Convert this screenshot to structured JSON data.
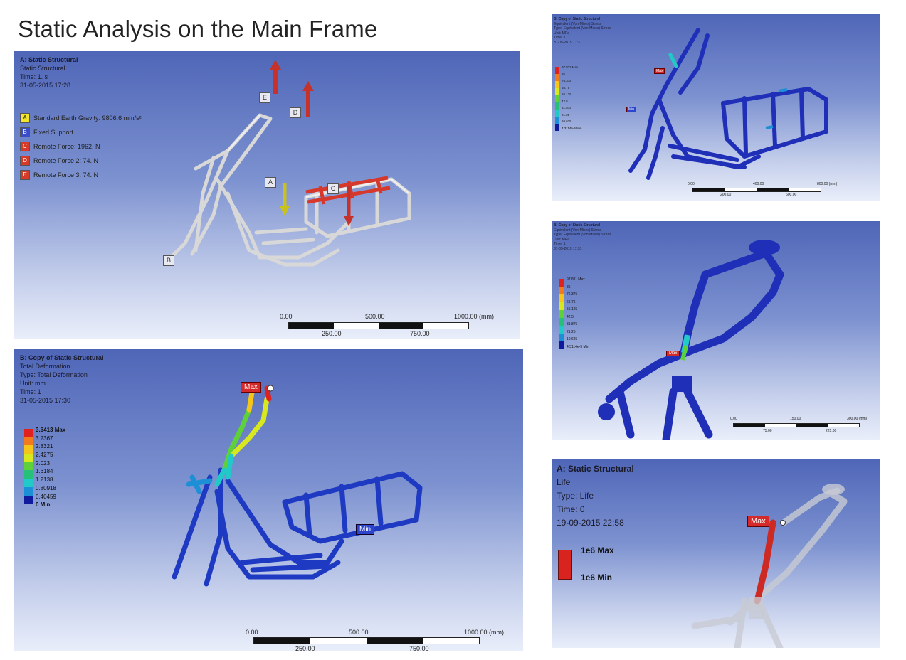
{
  "slide": {
    "title": "Static Analysis on the Main Frame"
  },
  "panelA": {
    "header": [
      "A: Static Structural",
      "Static Structural",
      "Time: 1. s",
      "31-05-2015 17:28"
    ],
    "legend": [
      {
        "key": "A",
        "label": "Standard Earth Gravity: 9806.6 mm/s²",
        "color": "#f2e62a"
      },
      {
        "key": "B",
        "label": "Fixed Support",
        "color": "#3a4dc8"
      },
      {
        "key": "C",
        "label": "Remote Force: 1962. N",
        "color": "#d63b2a"
      },
      {
        "key": "D",
        "label": "Remote Force 2: 74. N",
        "color": "#d63b2a"
      },
      {
        "key": "E",
        "label": "Remote Force 3: 74. N",
        "color": "#d63b2a"
      }
    ],
    "callouts": [
      "A",
      "B",
      "C",
      "D",
      "E"
    ],
    "scale": {
      "top": [
        "0.00",
        "500.00",
        "1000.00 (mm)"
      ],
      "bottom": [
        "250.00",
        "750.00"
      ]
    }
  },
  "panelB": {
    "header": [
      "B: Copy of Static Structural",
      "Total Deformation",
      "Type: Total Deformation",
      "Unit: mm",
      "Time: 1",
      "31-05-2015 17:30"
    ],
    "colorbar": {
      "labels": [
        "3.6413 Max",
        "3.2367",
        "2.8321",
        "2.4275",
        "2.023",
        "1.6184",
        "1.2138",
        "0.80918",
        "0.40459",
        "0 Min"
      ],
      "colors": [
        "#e0221e",
        "#f07a1c",
        "#f5c51a",
        "#d8e81e",
        "#5ed13a",
        "#27c07a",
        "#22c9c9",
        "#1d8fd6",
        "#1a3fcf",
        "#101a9c"
      ]
    },
    "max_tag": "Max",
    "min_tag": "Min",
    "scale": {
      "top": [
        "0.00",
        "500.00",
        "1000.00 (mm)"
      ],
      "bottom": [
        "250.00",
        "750.00"
      ]
    }
  },
  "panelC": {
    "header": [
      "B: Copy of Static Structural",
      "Equivalent (Von-Mises) Stress",
      "Type: Equivalent (Von-Mises) Stress",
      "Unit: MPa",
      "Time: 1",
      "31-05-2015 17:31"
    ],
    "colorbar": {
      "labels": [
        "97.811 Max",
        "85",
        "76.375",
        "65.75",
        "55.125",
        "42.5",
        "31.875",
        "21.25",
        "10.625",
        "4.3114e-5 Min"
      ],
      "colors": [
        "#e0221e",
        "#f07a1c",
        "#f5c51a",
        "#d8e81e",
        "#5ed13a",
        "#27c07a",
        "#22c9c9",
        "#1d8fd6",
        "#1a3fcf",
        "#101a9c"
      ]
    },
    "max_tag": "Max",
    "min_tag": "Min",
    "scale": {
      "top": [
        "0.00",
        "400.00",
        "800.00 (mm)"
      ],
      "bottom": [
        "200.00",
        "600.00"
      ]
    }
  },
  "panelD": {
    "header": [
      "B: Copy of Static Structural",
      "Equivalent (Von-Mises) Stress",
      "Type: Equivalent (Von-Mises) Stress",
      "Unit: MPa",
      "Time: 1",
      "31-05-2015 17:31"
    ],
    "colorbar": {
      "labels": [
        "97.811 Max",
        "85",
        "76.375",
        "65.75",
        "55.125",
        "42.5",
        "31.875",
        "21.25",
        "10.625",
        "4.3114e-5 Min"
      ],
      "colors": [
        "#e0221e",
        "#f07a1c",
        "#f5c51a",
        "#d8e81e",
        "#5ed13a",
        "#27c07a",
        "#22c9c9",
        "#1d8fd6",
        "#1a3fcf",
        "#101a9c"
      ]
    },
    "max_tag": "Max",
    "scale": {
      "top": [
        "0.00",
        "150.00",
        "300.00 (mm)"
      ],
      "bottom": [
        "75.00",
        "225.00"
      ]
    }
  },
  "panelE": {
    "header": [
      "A: Static Structural",
      "Life",
      "Type: Life",
      "Time: 0",
      "19-09-2015 22:58"
    ],
    "legend": [
      "1e6 Max",
      "1e6 Min"
    ],
    "legend_color": "#d8231f",
    "max_tag": "Max"
  }
}
